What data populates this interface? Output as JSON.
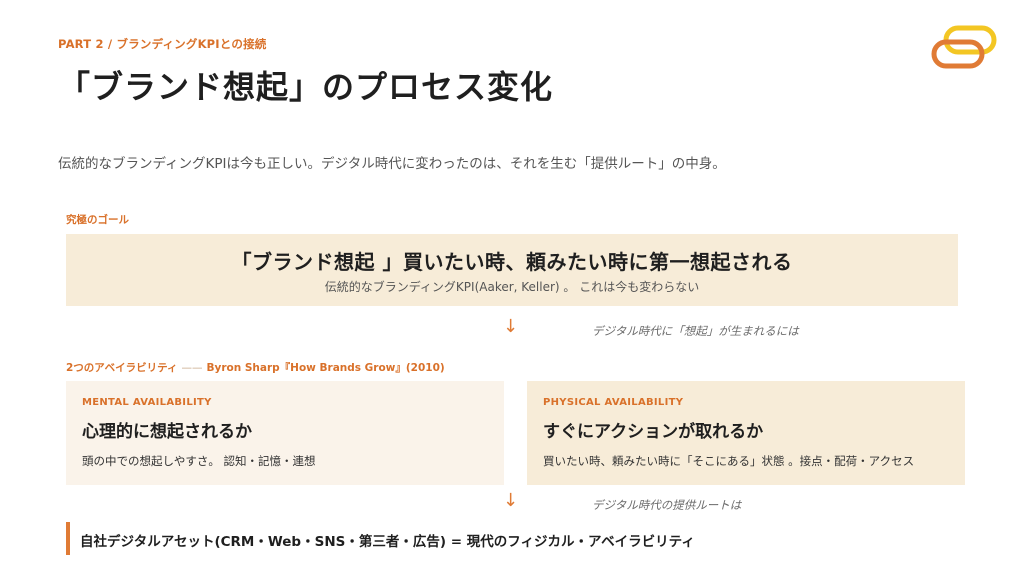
{
  "header": {
    "eyebrow": "PART 2 / ブランディングKPIとの接続",
    "title": "「ブランド想起」のプロセス変化"
  },
  "subtitle": "伝統的なブランディングKPIは今も正しい。デジタル時代に変わったのは、それを生む「提供ルート」の中身。",
  "goal": {
    "label": "究極のゴール",
    "headline": "「ブランド想起 」買いたい時、頼みたい時に第一想起される",
    "sub": "伝統的なブランディングKPI(Aaker, Keller) 。 これは今も変わらない"
  },
  "arrows": {
    "glyph": "↓",
    "note1": "デジタル時代に「想起」が生まれるには",
    "note2": "デジタル時代の提供ルートは"
  },
  "availability": {
    "label": "2つのアベイラビリティ",
    "dash": "——",
    "credit": "Byron Sharp『How Brands Grow』(2010)",
    "mental": {
      "eyebrow": "MENTAL AVAILABILITY",
      "title": "心理的に想起されるか",
      "desc": "頭の中での想起しやすさ。 認知・記憶・連想"
    },
    "physical": {
      "eyebrow": "PHYSICAL AVAILABILITY",
      "title": "すぐにアクションが取れるか",
      "desc": "買いたい時、頼みたい時に「そこにある」状態 。接点・配荷・アクセス"
    }
  },
  "bottom": {
    "text": "自社デジタルアセット(CRM・Web・SNS・第三者・広告) = 現代のフィジカル・アベイラビリティ"
  },
  "colors": {
    "accent": "#e07b35",
    "accent_text": "#d9712a",
    "logo_yellow": "#f3c623",
    "goal_bg": "#f7ecd8",
    "mental_bg": "#faf3ea"
  },
  "icons": {
    "logo": "linked-rounded-rings-logo"
  }
}
